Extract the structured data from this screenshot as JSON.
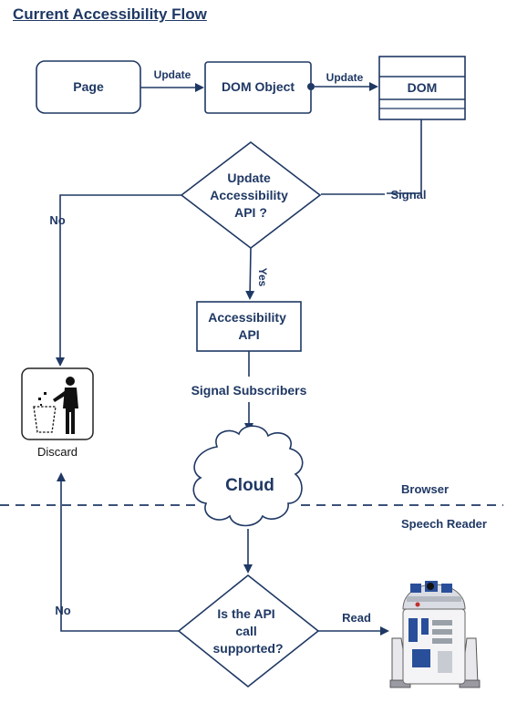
{
  "title": "Current Accessibility Flow",
  "nodes": {
    "page": "Page",
    "dom_object": "DOM Object",
    "dom": "DOM",
    "decision_update": [
      "Update",
      "Accessibility",
      "API ?"
    ],
    "accessibility_api": [
      "Accessibility",
      "API"
    ],
    "discard": "Discard",
    "cloud": "Cloud",
    "decision_supported": [
      "Is the API",
      "call",
      "supported?"
    ]
  },
  "edges": {
    "page_to_dom_object": "Update",
    "dom_object_to_dom": "Update",
    "signal": "Signal",
    "no_top": "No",
    "yes": "Yes",
    "signal_subscribers": "Signal Subscribers",
    "no_bottom": "No",
    "read": "Read"
  },
  "regions": {
    "browser": "Browser",
    "speech_reader": "Speech Reader"
  },
  "icons": {
    "discard": "trash-can-icon",
    "robot": "robot-icon"
  },
  "colors": {
    "primary": "#1f3864",
    "background": "#ffffff"
  }
}
